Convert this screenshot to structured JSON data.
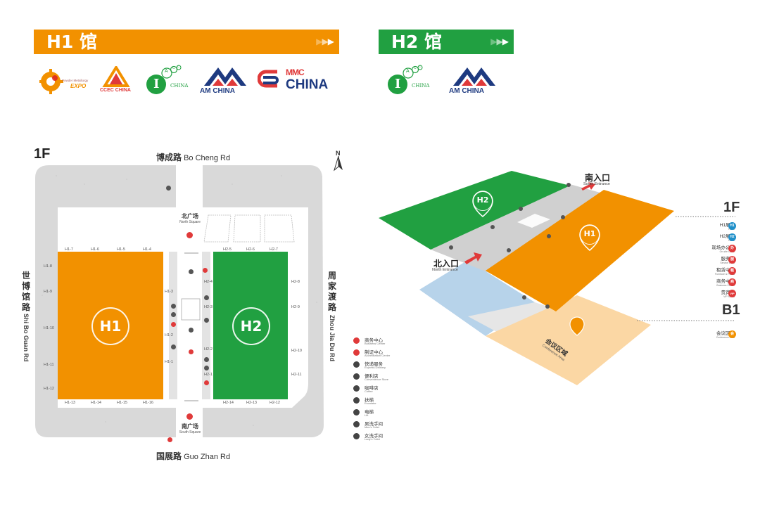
{
  "banners": {
    "h1": "H1 馆",
    "h2": "H2 馆",
    "arrow": "▶"
  },
  "logos": {
    "pm_expo_line1": "Powder Metallurgy",
    "pm_expo_line2": "EXPO",
    "ccec": "CCEC CHINA",
    "iacc": "CHINA",
    "iacc_letters": [
      "A",
      "C",
      "C"
    ],
    "iacc_main": "I",
    "am_china": "AM CHINA",
    "mmc_top": "MMC",
    "mmc_bottom": "CHINA"
  },
  "floorplan": {
    "floor": "1F",
    "compass": "N",
    "north_road_cn": "博成路",
    "north_road_en": "Bo Cheng Rd",
    "south_road_cn": "国展路",
    "south_road_en": "Guo Zhan Rd",
    "west_road_cn": [
      "世",
      "博",
      "馆",
      "路"
    ],
    "west_road_en": "Shi Bo Guan Rd",
    "east_road_cn": [
      "周",
      "家",
      "渡",
      "路"
    ],
    "east_road_en": "Zhou Jia Du Rd",
    "north_square_cn": "北广场",
    "north_square_en": "North Square",
    "south_square_cn": "南广场",
    "south_square_en": "South Square",
    "hall1": "H1",
    "hall2": "H2",
    "h1_top": [
      "H1-7",
      "H1-6",
      "H1-5",
      "H1-4"
    ],
    "h1_bottom": [
      "H1-13",
      "H1-14",
      "H1-15",
      "H1-16"
    ],
    "h1_left": [
      "H1-8",
      "H1-9",
      "H1-10",
      "H1-11",
      "H1-12"
    ],
    "h1_right": [
      "H1-3",
      "H1-2",
      "H1-1"
    ],
    "h2_top": [
      "H2-5",
      "H2-6",
      "H2-7"
    ],
    "h2_bottom": [
      "H2-14",
      "H2-13",
      "H2-12"
    ],
    "h2_left": [
      "H2-4",
      "H2-3",
      "H2-2",
      "H2-1"
    ],
    "h2_right": [
      "H2-8",
      "H2-9",
      "H2-10",
      "H2-11"
    ]
  },
  "legend": [
    {
      "cn": "商务中心",
      "en": "Business Center",
      "icon": "briefcase-icon",
      "color": "#e03a3a"
    },
    {
      "cn": "制证中心",
      "en": "Accreditation Center",
      "icon": "badge-icon",
      "color": "#e03a3a"
    },
    {
      "cn": "快递服务",
      "en": "Express Delivery",
      "icon": "truck-icon",
      "color": "#444444"
    },
    {
      "cn": "便利店",
      "en": "Convenience Store",
      "icon": "store-icon",
      "color": "#444444"
    },
    {
      "cn": "咖啡店",
      "en": "Coffee",
      "icon": "coffee-icon",
      "color": "#444444"
    },
    {
      "cn": "扶梯",
      "en": "Escalator",
      "icon": "escalator-icon",
      "color": "#444444"
    },
    {
      "cn": "电梯",
      "en": "Lift",
      "icon": "lift-icon",
      "color": "#444444"
    },
    {
      "cn": "男洗手间",
      "en": "Men's Toilet",
      "icon": "men-toilet-icon",
      "color": "#444444"
    },
    {
      "cn": "女洗手间",
      "en": "Lady's Toilet",
      "icon": "lady-toilet-icon",
      "color": "#444444"
    }
  ],
  "isometric": {
    "hall1": "H1",
    "hall2": "H2",
    "south_entrance_cn": "南入口",
    "south_entrance_en": "South Entrance",
    "north_entrance_cn": "北入口",
    "north_entrance_en": "North Entrance",
    "conference_cn": "会议区域",
    "conference_en": "Conference Area",
    "floor_1f": "1F",
    "floor_b1": "B1",
    "legend_1f": [
      {
        "cn": "H1展厅",
        "en": "Hall 1",
        "icon": "H1",
        "color": "#1e8fc9"
      },
      {
        "cn": "H2展厅",
        "en": "Hall 2",
        "icon": "H2",
        "color": "#1e8fc9"
      },
      {
        "cn": "现场办公室",
        "en": "On-site Office",
        "icon": "办",
        "color": "#e03a3a"
      },
      {
        "cn": "服务台",
        "en": "Service Desk",
        "icon": "服",
        "color": "#e03a3a"
      },
      {
        "cn": "租赁中心",
        "en": "Furniture & Plants",
        "icon": "租",
        "color": "#e03a3a"
      },
      {
        "cn": "商务中心",
        "en": "Business Center",
        "icon": "商",
        "color": "#e03a3a"
      },
      {
        "cn": "贵宾室",
        "en": "VIP Room",
        "icon": "VIP",
        "color": "#e03a3a"
      }
    ],
    "legend_b1": [
      {
        "cn": "会议区域",
        "en": "Conference Area",
        "icon": "会",
        "color": "#f29100"
      }
    ]
  },
  "colors": {
    "orange": "#f29100",
    "green": "#21a041",
    "road_gray": "#d9d9d9"
  }
}
